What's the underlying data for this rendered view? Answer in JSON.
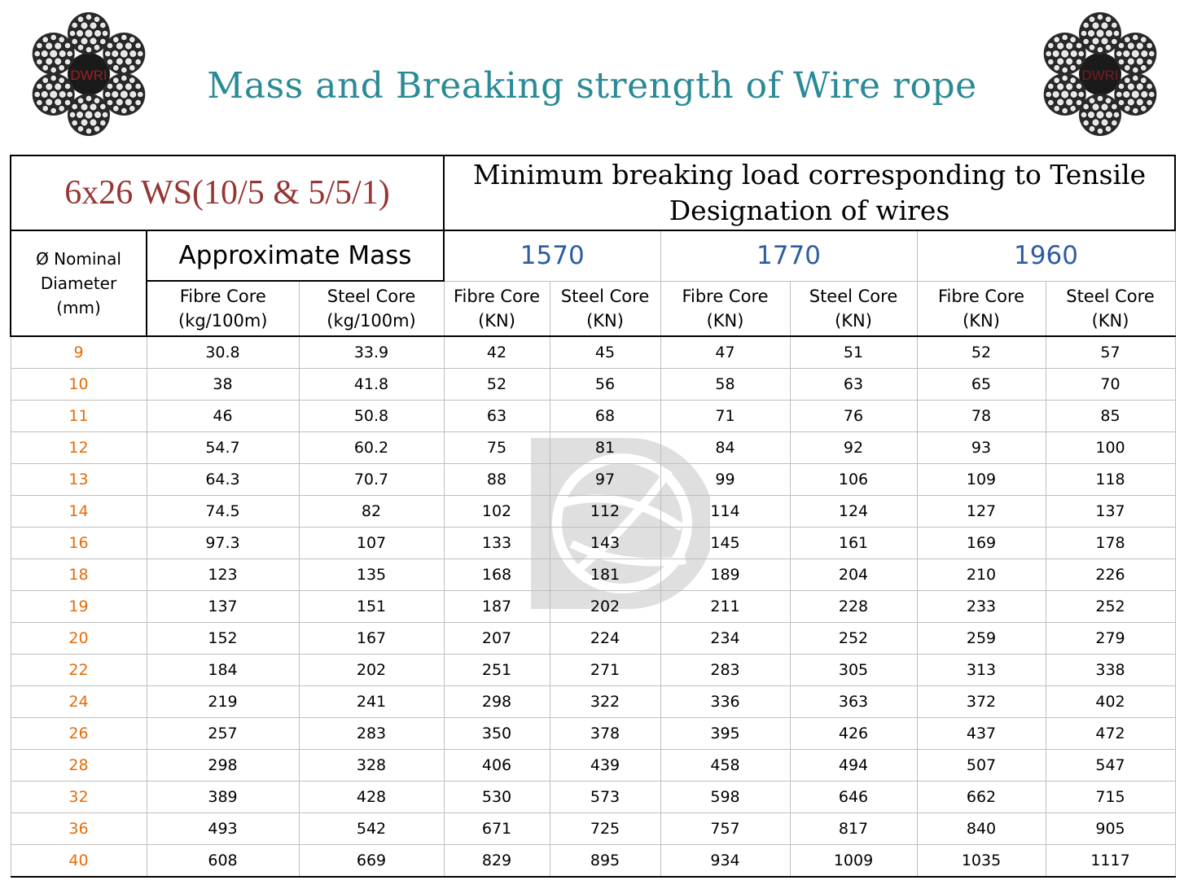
{
  "title": "Mass and Breaking strength of  Wire rope",
  "logo_text": "DWRI",
  "table": {
    "spec": "6x26 WS(10/5 & 5/5/1)",
    "mbl_line1": "Minimum breaking load corresponding to Tensile",
    "mbl_line2": "Designation of wires",
    "diameter_line1": "Ø Nominal",
    "diameter_line2": "Diameter",
    "diameter_line3": "(mm)",
    "approx_mass": "Approximate Mass",
    "grades": [
      "1570",
      "1770",
      "1960"
    ],
    "sub_headers": [
      {
        "line1": "Fibre Core",
        "line2": "(kg/100m)"
      },
      {
        "line1": "Steel Core",
        "line2": "(kg/100m)"
      },
      {
        "line1": "Fibre Core",
        "line2": "(KN)"
      },
      {
        "line1": "Steel Core",
        "line2": "(KN)"
      },
      {
        "line1": "Fibre Core",
        "line2": "(KN)"
      },
      {
        "line1": "Steel Core",
        "line2": "(KN)"
      },
      {
        "line1": "Fibre Core",
        "line2": "(KN)"
      },
      {
        "line1": "Steel Core",
        "line2": "(KN)"
      }
    ],
    "rows": [
      [
        "9",
        "30.8",
        "33.9",
        "42",
        "45",
        "47",
        "51",
        "52",
        "57"
      ],
      [
        "10",
        "38",
        "41.8",
        "52",
        "56",
        "58",
        "63",
        "65",
        "70"
      ],
      [
        "11",
        "46",
        "50.8",
        "63",
        "68",
        "71",
        "76",
        "78",
        "85"
      ],
      [
        "12",
        "54.7",
        "60.2",
        "75",
        "81",
        "84",
        "92",
        "93",
        "100"
      ],
      [
        "13",
        "64.3",
        "70.7",
        "88",
        "97",
        "99",
        "106",
        "109",
        "118"
      ],
      [
        "14",
        "74.5",
        "82",
        "102",
        "112",
        "114",
        "124",
        "127",
        "137"
      ],
      [
        "16",
        "97.3",
        "107",
        "133",
        "143",
        "145",
        "161",
        "169",
        "178"
      ],
      [
        "18",
        "123",
        "135",
        "168",
        "181",
        "189",
        "204",
        "210",
        "226"
      ],
      [
        "19",
        "137",
        "151",
        "187",
        "202",
        "211",
        "228",
        "233",
        "252"
      ],
      [
        "20",
        "152",
        "167",
        "207",
        "224",
        "234",
        "252",
        "259",
        "279"
      ],
      [
        "22",
        "184",
        "202",
        "251",
        "271",
        "283",
        "305",
        "313",
        "338"
      ],
      [
        "24",
        "219",
        "241",
        "298",
        "322",
        "336",
        "363",
        "372",
        "402"
      ],
      [
        "26",
        "257",
        "283",
        "350",
        "378",
        "395",
        "426",
        "437",
        "472"
      ],
      [
        "28",
        "298",
        "328",
        "406",
        "439",
        "458",
        "494",
        "507",
        "547"
      ],
      [
        "32",
        "389",
        "428",
        "530",
        "573",
        "598",
        "646",
        "662",
        "715"
      ],
      [
        "36",
        "493",
        "542",
        "671",
        "725",
        "757",
        "817",
        "840",
        "905"
      ],
      [
        "40",
        "608",
        "669",
        "829",
        "895",
        "934",
        "1009",
        "1035",
        "1117"
      ]
    ]
  },
  "colors": {
    "title": "#2a8a96",
    "spec": "#953735",
    "grade": "#2e5d9e",
    "diameter_values": "#e36c09"
  }
}
